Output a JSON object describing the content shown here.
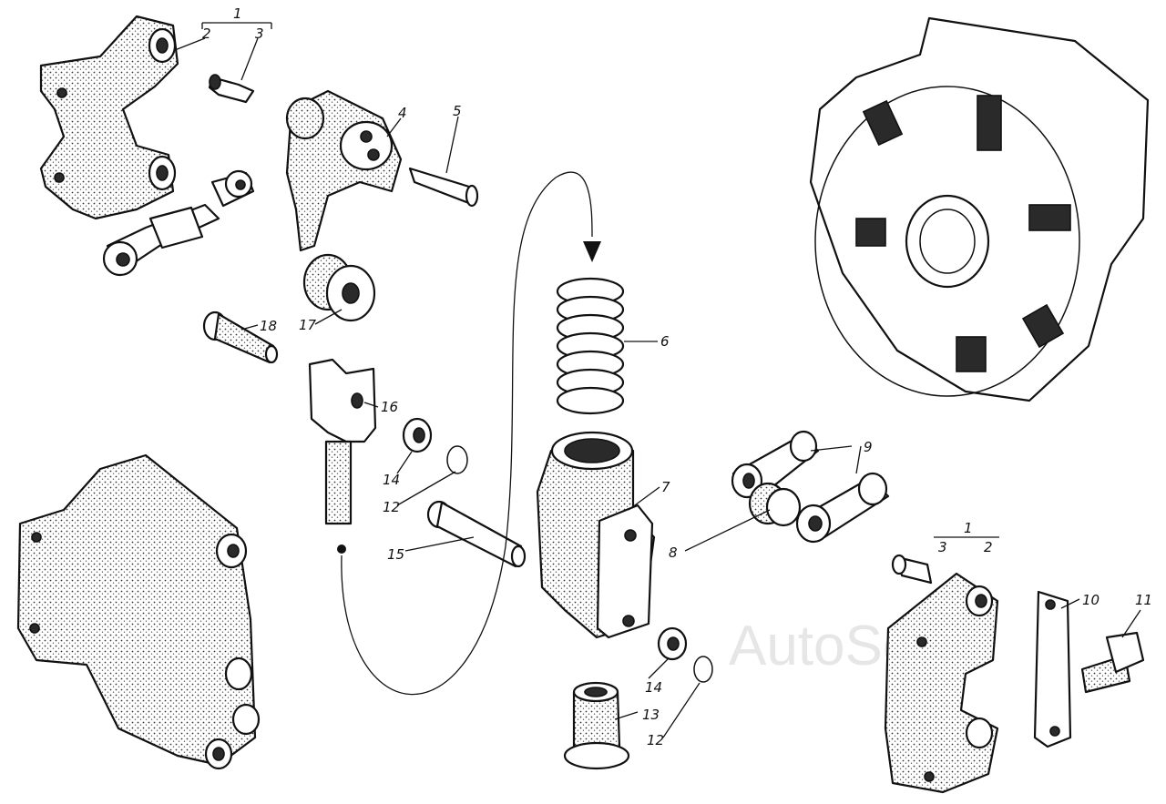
{
  "watermark": "AutoSoft",
  "labels": {
    "p1": "1",
    "p2": "2",
    "p3": "3",
    "p4": "4",
    "p5": "5",
    "p6": "6",
    "p7": "7",
    "p8": "8",
    "p9": "9",
    "p10": "10",
    "p11": "11",
    "p12": "12",
    "p13": "13",
    "p14": "14",
    "p15": "15",
    "p16": "16",
    "p17": "17",
    "p18": "18"
  },
  "colors": {
    "ink": "#111111",
    "paper": "#ffffff",
    "watermark": "#e6e6e6"
  }
}
